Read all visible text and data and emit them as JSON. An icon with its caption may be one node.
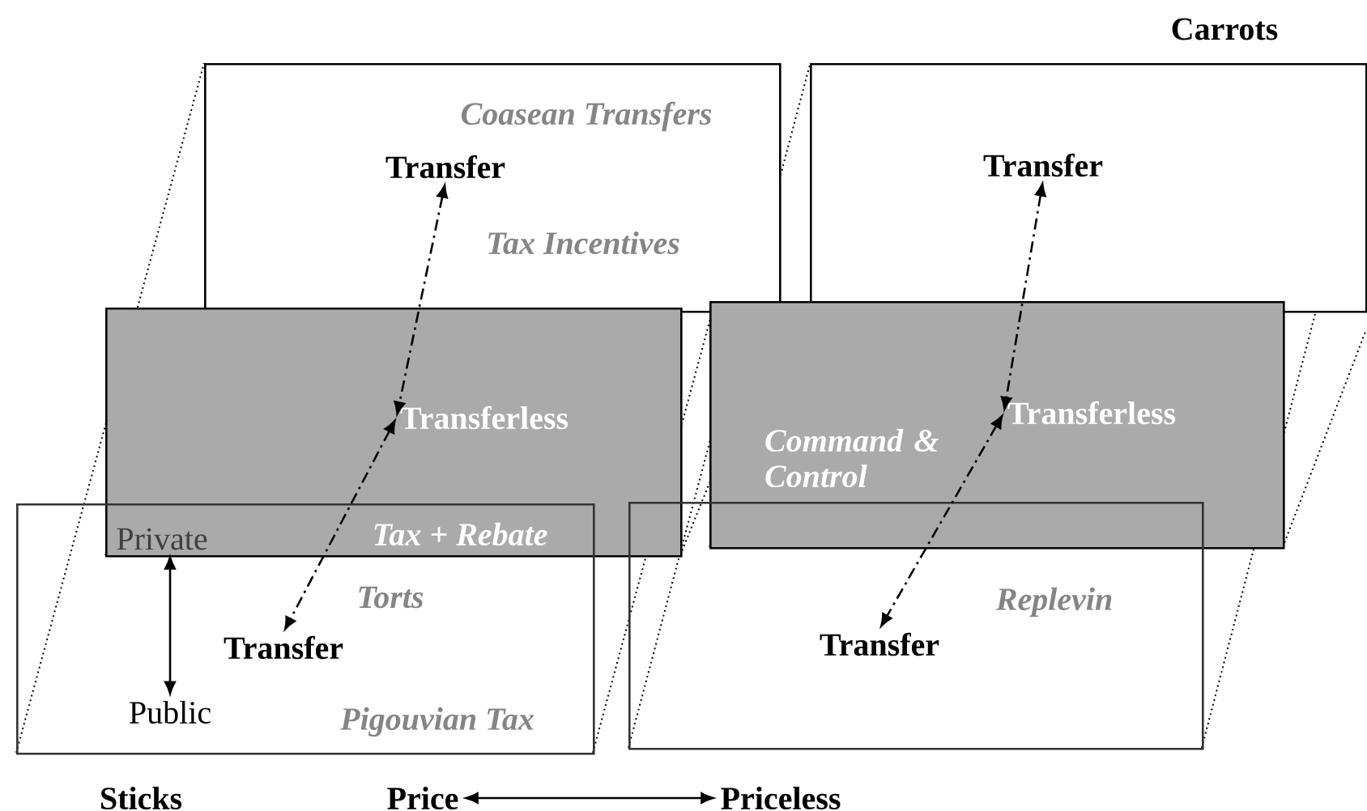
{
  "diagram": {
    "nodes": [
      {
        "text": [
          "Coasean Transfers",
          "Tax Incentives"
        ]
      },
      {
        "text": [
          "Transfer"
        ],
        "in": 0
      },
      {
        "text": [],
        "shape": "box"
      },
      {
        "text": [
          "Transferless"
        ],
        "in": 2
      },
      {
        "text": [
          "Torts",
          "Pigouvian Tax"
        ]
      },
      {
        "text": [
          "Transfer"
        ],
        "in": 4
      },
      {
        "text": [
          "Private"
        ]
      },
      {
        "text": [
          "Public"
        ],
        "in": 4
      },
      {
        "text": [],
        "shape": "box"
      },
      {
        "text": [
          "Transfer"
        ],
        "in": 8
      },
      {
        "text": [
          "Command & Control"
        ]
      },
      {
        "text": [
          "Transferless"
        ],
        "in": 10
      },
      {
        "text": [
          "Replevin"
        ]
      },
      {
        "text": [
          "Transfer"
        ],
        "in": 12
      },
      {
        "text": [
          "Price"
        ]
      },
      {
        "text": [
          "Priceless"
        ]
      }
    ],
    "edges": [
      {
        "from": 1,
        "to": 3,
        "arrow": "both",
        "style": "dashed"
      },
      {
        "from": 3,
        "to": 5,
        "arrow": "both",
        "style": "dashed"
      },
      {
        "from": 9,
        "to": 11,
        "arrow": "both",
        "style": "dashed"
      },
      {
        "from": 11,
        "to": 13,
        "arrow": "both",
        "style": "dashed"
      },
      {
        "from": 6,
        "to": 7,
        "arrow": "both"
      },
      {
        "from": 14,
        "to": 15,
        "arrow": "both"
      }
    ],
    "labels": [
      "Carrots",
      "Tax + Rebate",
      "Sticks"
    ]
  }
}
